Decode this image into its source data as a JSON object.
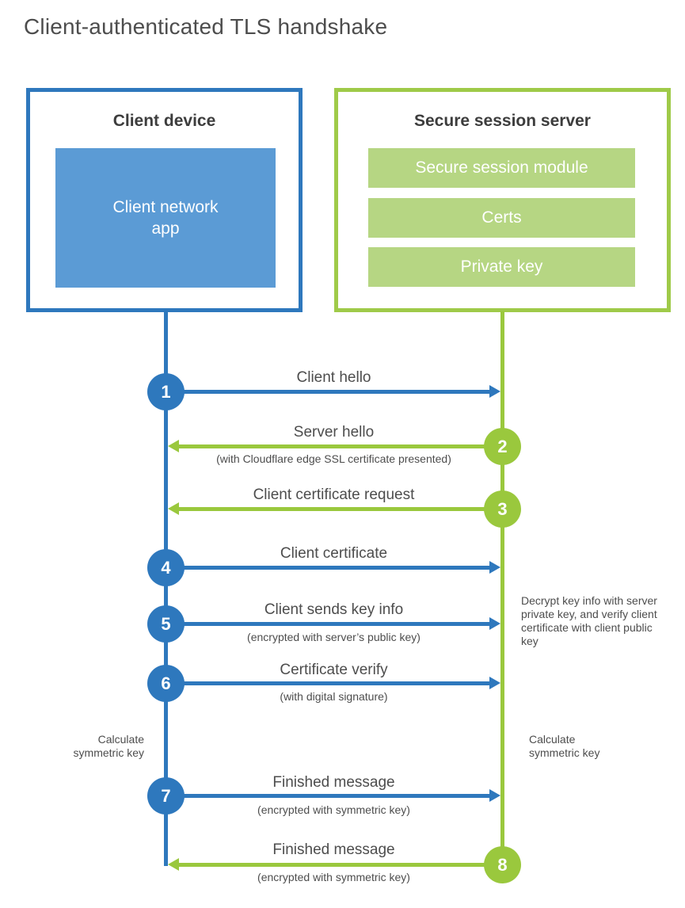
{
  "title": "Client-authenticated TLS handshake",
  "colors": {
    "blue": "#2e78bd",
    "blue_light": "#5b9bd5",
    "green": "#9ac83d",
    "green_light": "#b6d683",
    "text": "#4d4d4d"
  },
  "client_box": {
    "title": "Client device",
    "app_line1": "Client network",
    "app_line2": "app"
  },
  "server_box": {
    "title": "Secure session server",
    "modules": [
      "Secure session module",
      "Certs",
      "Private key"
    ]
  },
  "steps": [
    {
      "num": "1",
      "direction": "right",
      "actor": "client",
      "label": "Client hello",
      "sub": ""
    },
    {
      "num": "2",
      "direction": "left",
      "actor": "server",
      "label": "Server hello",
      "sub": "(with Cloudflare edge SSL certificate presented)"
    },
    {
      "num": "3",
      "direction": "left",
      "actor": "server",
      "label": "Client certificate request",
      "sub": ""
    },
    {
      "num": "4",
      "direction": "right",
      "actor": "client",
      "label": "Client certificate",
      "sub": ""
    },
    {
      "num": "5",
      "direction": "right",
      "actor": "client",
      "label": "Client sends key info",
      "sub": "(encrypted with server’s public key)"
    },
    {
      "num": "6",
      "direction": "right",
      "actor": "client",
      "label": "Certificate verify",
      "sub": "(with digital signature)"
    },
    {
      "num": "7",
      "direction": "right",
      "actor": "client",
      "label": "Finished message",
      "sub": "(encrypted with symmetric key)"
    },
    {
      "num": "8",
      "direction": "left",
      "actor": "server",
      "label": "Finished message",
      "sub": "(encrypted with symmetric key)"
    }
  ],
  "notes": {
    "server_side": "Decrypt key info with server private key, and verify client certificate with client public key",
    "calc_left": "Calculate symmetric key",
    "calc_right": "Calculate symmetric key"
  }
}
